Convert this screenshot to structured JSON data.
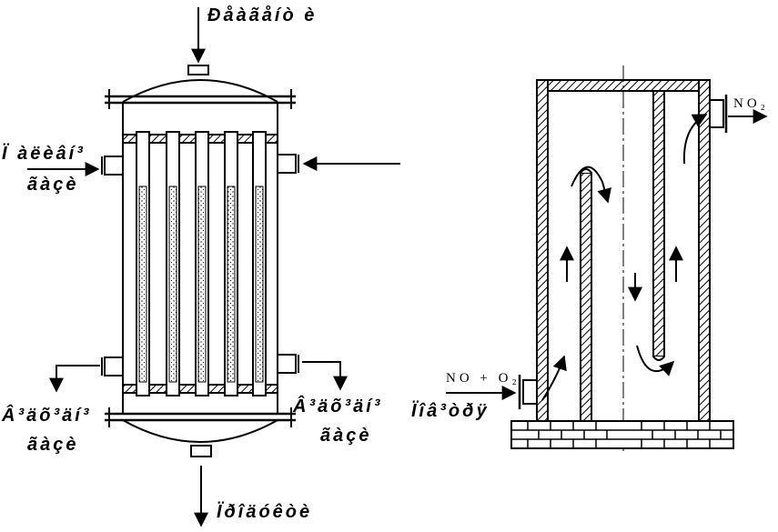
{
  "left_diagram": {
    "top_inlet_label": "Ðåàãåíò è",
    "cooling_in_label_line1": "Ï àëèâí³",
    "cooling_in_label_line2": "ãàçè",
    "left_bottom_label_line1": "Â³äõ³äí³",
    "left_bottom_label_line2": "ãàçè",
    "right_bottom_label_line1": "Â³äõ³äí³",
    "right_bottom_label_line2": "ãàçè",
    "bottom_outlet_label": "Ïðîäóêòè"
  },
  "right_diagram": {
    "inlet_label": "NO + O₂",
    "outlet_label": "NO₂",
    "air_label": "Ïîâ³òðÿ"
  }
}
